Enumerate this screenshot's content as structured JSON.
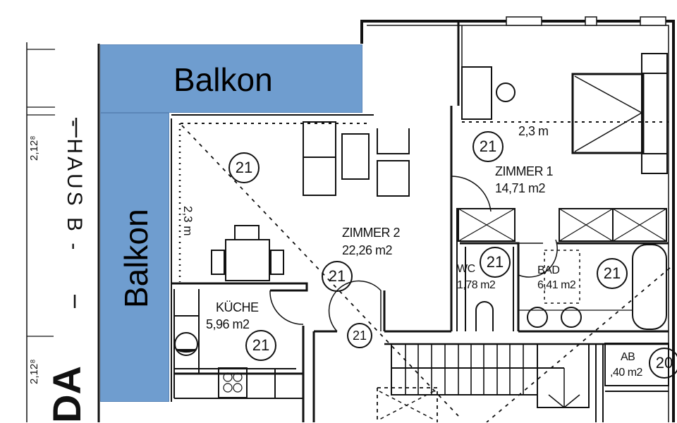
{
  "drawing": {
    "type": "floor plan (scanned, German)",
    "building_label": "- HAUS B -",
    "title_partial": "DA"
  },
  "overlays": [
    {
      "id": "balkon-top",
      "label": "Balkon",
      "color": "#6f9dcf",
      "orientation": "horizontal"
    },
    {
      "id": "balkon-left",
      "label": "Balkon",
      "color": "#6f9dcf",
      "orientation": "vertical"
    }
  ],
  "rooms": [
    {
      "name": "ZIMMER 1",
      "area": "14,71 m2",
      "tag": "21",
      "note": "2,3 m"
    },
    {
      "name": "ZIMMER 2",
      "area": "22,26 m2",
      "tag": "21"
    },
    {
      "name": "KÜCHE",
      "area": "5,96 m2",
      "tag": "21"
    },
    {
      "name": "WC",
      "area": "1,78 m2",
      "tag": "21"
    },
    {
      "name": "BAD",
      "area": "6,41 m2",
      "tag": "21"
    },
    {
      "name": "AB",
      "area": ",40 m2",
      "tag": "20"
    }
  ],
  "extra_tags": [
    "21",
    "21",
    "21"
  ],
  "dimensions": {
    "wall_height_left": "2,3 m",
    "left_margin_top": "2,12⁸",
    "left_margin_bottom": "2,12⁸"
  }
}
